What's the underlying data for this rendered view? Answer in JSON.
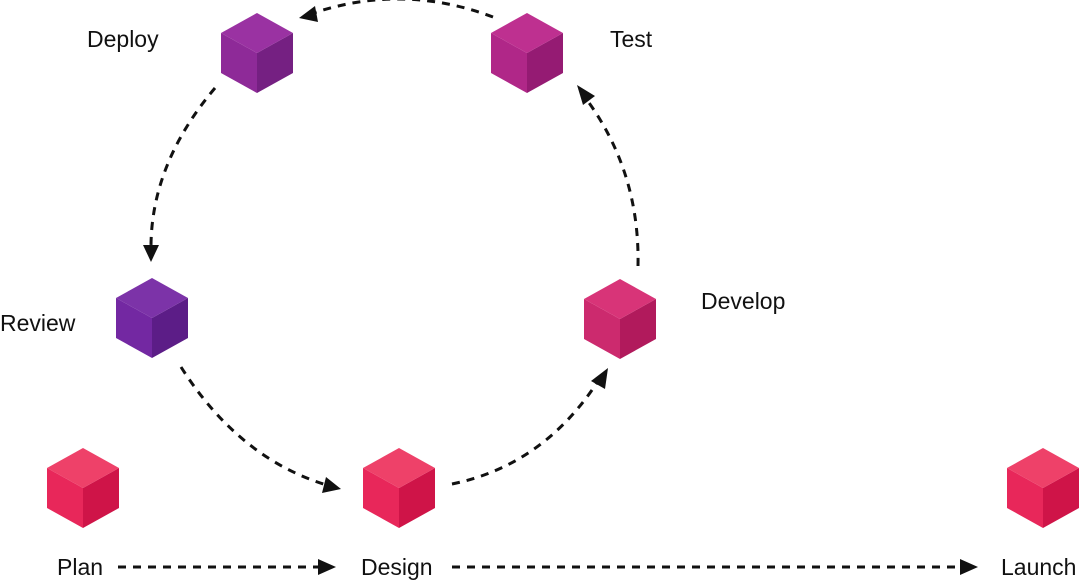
{
  "stages": {
    "plan": {
      "label": "Plan",
      "colors": {
        "top": "#EE4169",
        "left": "#E8275A",
        "right": "#CF1448"
      }
    },
    "design": {
      "label": "Design",
      "colors": {
        "top": "#EE4169",
        "left": "#E8275A",
        "right": "#CF1448"
      }
    },
    "develop": {
      "label": "Develop",
      "colors": {
        "top": "#D83478",
        "left": "#CC2A6E",
        "right": "#B11A5C"
      }
    },
    "test": {
      "label": "Test",
      "colors": {
        "top": "#BE3090",
        "left": "#B02788",
        "right": "#951B73"
      }
    },
    "deploy": {
      "label": "Deploy",
      "colors": {
        "top": "#9A32A2",
        "left": "#8E2A98",
        "right": "#752082"
      }
    },
    "review": {
      "label": "Review",
      "colors": {
        "top": "#7C33A8",
        "left": "#7328A2",
        "right": "#5C1D87"
      }
    },
    "launch": {
      "label": "Launch",
      "colors": {
        "top": "#EE4169",
        "left": "#E8275A",
        "right": "#CF1448"
      }
    }
  },
  "arrow_color": "#111111"
}
